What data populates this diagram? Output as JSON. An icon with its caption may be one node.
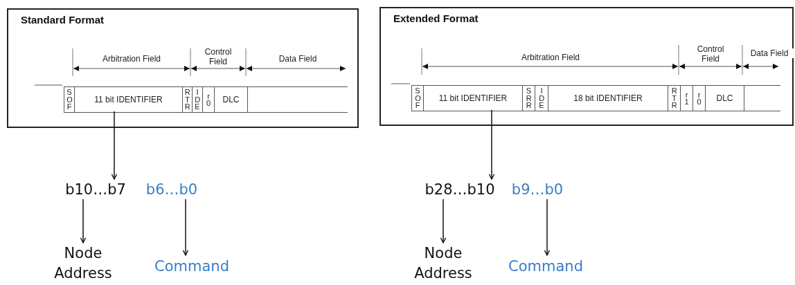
{
  "diagram": {
    "nodes": [
      {
        "text": [
          "Standard Format"
        ]
      },
      {
        "text": [
          "SOF"
        ],
        "in": 0
      },
      {
        "text": [
          "11 bit IDENTIFIER"
        ],
        "in": 0
      },
      {
        "text": [
          "RTR"
        ],
        "in": 0
      },
      {
        "text": [
          "IDE"
        ],
        "in": 0
      },
      {
        "text": [
          "r0"
        ],
        "in": 0
      },
      {
        "text": [
          "DLC"
        ],
        "in": 0
      },
      {
        "text": [],
        "shape": "box",
        "in": 0
      },
      {
        "text": [
          "Extended Format"
        ]
      },
      {
        "text": [
          "SOF"
        ],
        "in": 8
      },
      {
        "text": [
          "11 bit IDENTIFIER"
        ],
        "in": 8
      },
      {
        "text": [
          "SRR"
        ],
        "in": 8
      },
      {
        "text": [
          "IDE"
        ],
        "in": 8
      },
      {
        "text": [
          "18 bit IDENTIFIER"
        ],
        "in": 8
      },
      {
        "text": [
          "RTR"
        ],
        "in": 8
      },
      {
        "text": [
          "r1"
        ],
        "in": 8
      },
      {
        "text": [
          "r0"
        ],
        "in": 8
      },
      {
        "text": [
          "DLC"
        ],
        "in": 8
      },
      {
        "text": [],
        "shape": "box",
        "in": 8
      },
      {
        "text": [
          "b10…b7"
        ]
      },
      {
        "text": [
          "b6…b0"
        ]
      },
      {
        "text": [
          "Node Address"
        ]
      },
      {
        "text": [
          "Command"
        ]
      },
      {
        "text": [
          "b28…b10"
        ]
      },
      {
        "text": [
          "b9…b0"
        ]
      },
      {
        "text": [
          "Node Address"
        ]
      },
      {
        "text": [
          "Command"
        ]
      }
    ],
    "edges": [
      {
        "from": 2,
        "to": 19,
        "arrow": "to"
      },
      {
        "from": 19,
        "to": 21,
        "arrow": "to"
      },
      {
        "from": 20,
        "to": 22,
        "arrow": "to"
      },
      {
        "from": 10,
        "to": 23,
        "arrow": "to"
      },
      {
        "from": 23,
        "to": 25,
        "arrow": "to"
      },
      {
        "from": 24,
        "to": 26,
        "arrow": "to"
      }
    ],
    "labels": [
      "Arbitration Field",
      "Control Field",
      "Data Field",
      "Arbitration Field",
      "Control Field",
      "Data Field"
    ]
  }
}
